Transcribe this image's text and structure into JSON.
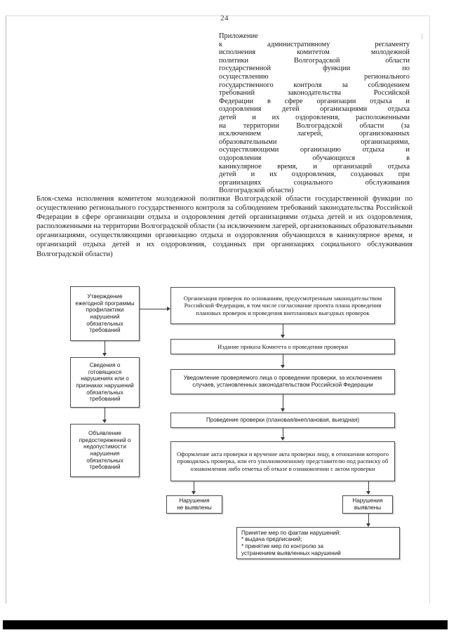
{
  "document": {
    "page_number": "24",
    "appendix_heading": "Приложение",
    "appendix_body_lines": [
      "к административному регламенту",
      "исполнения комитетом молодежной",
      "политики Волгоградской области",
      "государственной функции по",
      "осуществлению регионального",
      "государственного контроля за соблюдением",
      "требований законодательства Российской",
      "Федерации в сфере организации отдыха и",
      "оздоровления детей организациями отдыха",
      "детей и их оздоровления, расположенными",
      "на территории Волгоградской области (за",
      "исключением лагерей, организованных",
      "образовательными организациями,",
      "осуществляющими организацию отдыха и",
      "оздоровления обучающихся в",
      "каникулярное время, и организаций отдыха",
      "детей и их оздоровления, созданных при",
      "организациях социального обслуживания"
    ],
    "appendix_last_line": "Волгоградской области)",
    "intro_paragraph": "Блок-схема  исполнения комитетом молодежной политики Волгоградской области государственной функции по осуществлению регионального государственного контроля за соблюдением требований законодательства Российской Федерации  в сфере организации отдыха и оздоровления детей организациями отдыха детей и их оздоровления, расположенными на территории Волгоградской области (за исключением лагерей, организованных образовательными организациями, осуществляющими организацию отдыха и оздоровления обучающихся в каникулярное время, и организаций отдыха детей и их оздоровления, созданных при организациях социального обслуживания Волгоградской области)"
  },
  "flowchart": {
    "left_column": [
      {
        "id": "approve-program",
        "text": "Утверждение ежегодной программы профилактики нарушений обязательных требований"
      },
      {
        "id": "info-violations",
        "text": "Сведения о готовящихся нарушениях или о признаках нарушений обязательных требований"
      },
      {
        "id": "announce-warnings",
        "text": "Объявление предостережений о недопустимости нарушения обязательных требований"
      }
    ],
    "right_column": [
      {
        "id": "organize-inspections",
        "text": "Организация проверок по основаниям, предусмотренным законодательством Российской Федерации, в том числе согласование проекта плана проведения плановых проверок и проведения внеплановых выездных проверок"
      },
      {
        "id": "issue-order",
        "text": "Издание приказа Комитета о проведении проверки"
      },
      {
        "id": "notify-person",
        "text": "Уведомление проверяемого лица о проведении  проверки, за исключением случаев, установленных законодательством Российской Федерации"
      },
      {
        "id": "conduct-inspection",
        "text": "Проведение проверки (плановая/внеплановая,   выездная)"
      },
      {
        "id": "draft-act",
        "text": "Оформление акта проверки и вручение акта проверки лицу, в отношении которого     проводилась проверка, или его уполномоченному представителю под расписку об ознакомлении либо отметка об отказе в ознакомлении с актом проверки"
      }
    ],
    "outcomes": {
      "no_violations": "Нарушения\nне выявлены",
      "violations_found": "Нарушения\nвыявлены"
    },
    "measures": {
      "title": "Принятие мер по фактам  нарушений:",
      "items": [
        "* выдача предписаний;",
        "* принятие мер по контролю за",
        "устранением выявленных нарушений"
      ]
    }
  }
}
